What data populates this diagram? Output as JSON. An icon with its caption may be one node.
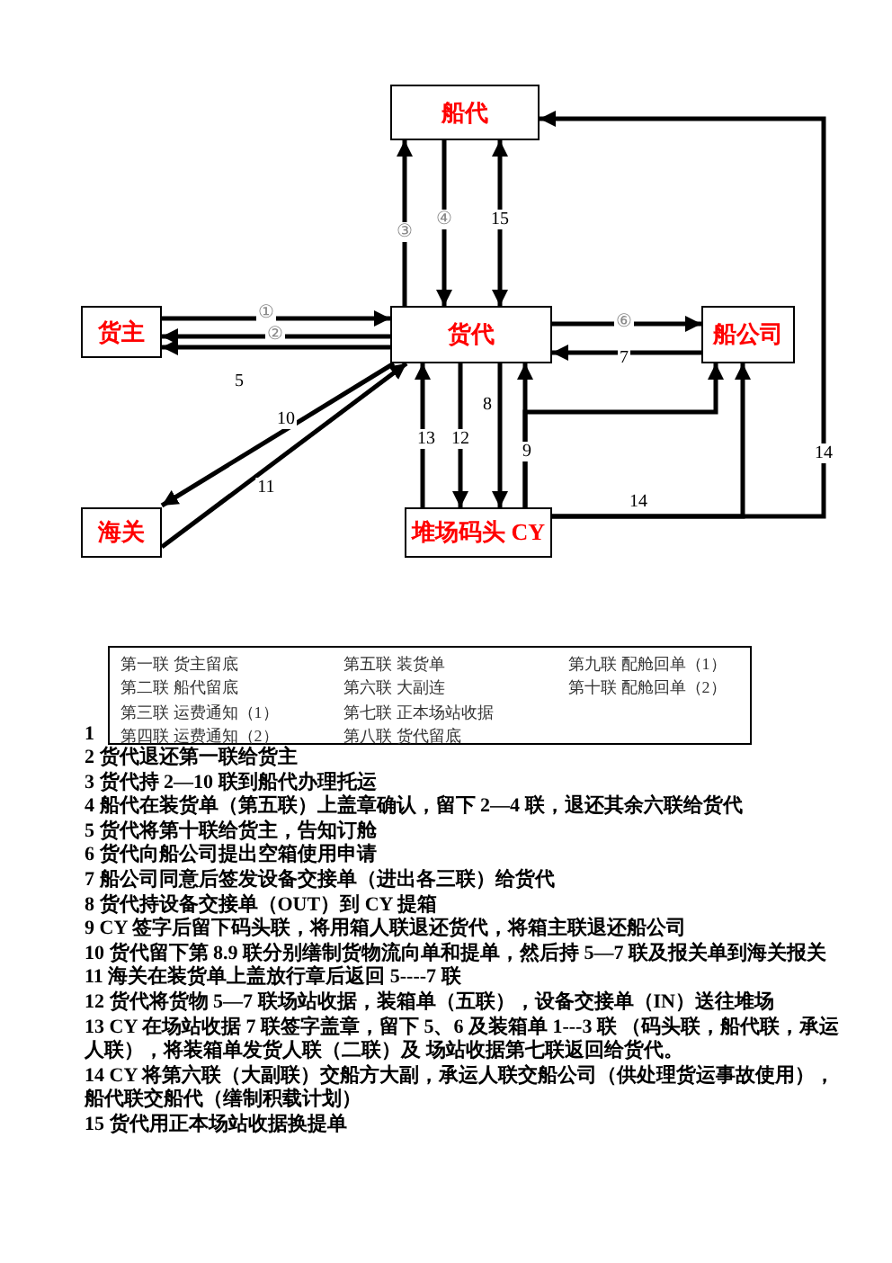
{
  "diagram": {
    "nodes": [
      {
        "text": [
          "船代"
        ]
      },
      {
        "text": [
          "货主"
        ]
      },
      {
        "text": [
          "货代"
        ]
      },
      {
        "text": [
          "船公司"
        ]
      },
      {
        "text": [
          "海关"
        ]
      },
      {
        "text": [
          "堆场码头 CY"
        ]
      }
    ],
    "edges": [
      {
        "from": 1,
        "to": 2,
        "arrow": "to",
        "label": "①"
      },
      {
        "from": 2,
        "to": 1,
        "arrow": "to",
        "label": "②"
      },
      {
        "from": 2,
        "to": 1,
        "arrow": "to",
        "label": "5"
      },
      {
        "from": 2,
        "to": 0,
        "arrow": "to",
        "label": "③"
      },
      {
        "from": 0,
        "to": 2,
        "arrow": "to",
        "label": "④"
      },
      {
        "from": 2,
        "to": 0,
        "arrow": "both",
        "label": "15"
      },
      {
        "from": 2,
        "to": 3,
        "arrow": "to",
        "label": "⑥"
      },
      {
        "from": 3,
        "to": 2,
        "arrow": "to",
        "label": "7"
      },
      {
        "from": 2,
        "to": 4,
        "arrow": "to",
        "label": "10"
      },
      {
        "from": 4,
        "to": 2,
        "arrow": "to",
        "label": "11"
      },
      {
        "from": 2,
        "to": 5,
        "arrow": "to",
        "label": "12"
      },
      {
        "from": 2,
        "to": 5,
        "arrow": "to",
        "label": "8"
      },
      {
        "from": 5,
        "to": 2,
        "arrow": "to",
        "label": "13"
      },
      {
        "from": 5,
        "to": 2,
        "arrow": "to",
        "label": "9"
      },
      {
        "from": 5,
        "to": 3,
        "arrow": "to"
      },
      {
        "from": 5,
        "to": 3,
        "arrow": "to",
        "label": "14"
      },
      {
        "from": 5,
        "to": 0,
        "arrow": "to",
        "label": "14"
      }
    ],
    "labels": [
      "第一联 货主留底",
      "第五联 装货单",
      "第九联 配舱回单（1）",
      "第二联 船代留底",
      "第六联 大副连",
      "第十联 配舱回单（2）",
      "第三联 运费通知（1）",
      "第七联 正本场站收据",
      "1",
      "第四联 运费通知（2）",
      "第八联 货代留底",
      "2 货代退还第一联给货主",
      "3 货代持 2—10 联到船代办理托运",
      "4 船代在装货单（第五联）上盖章确认，留下 2—4 联，退还其余六联给货代",
      "5 货代将第十联给货主，告知订舱",
      "6 货代向船公司提出空箱使用申请",
      "7 船公司同意后签发设备交接单（进出各三联）给货代",
      "8 货代持设备交接单（OUT）到 CY 提箱",
      "9 CY 签字后留下码头联，将用箱人联退还货代，将箱主联退还船公司",
      "10 货代留下第 8.9 联分别缮制货物流向单和提单，然后持 5—7 联及报关单到海关报关",
      "11 海关在装货单上盖放行章后返回 5----7 联",
      "12 货代将货物 5—7 联场站收据，装箱单（五联），设备交接单（IN）送往堆场",
      "13 CY 在场站收据 7 联签字盖章，留下 5、6 及装箱单 1---3 联 （码头联，船代联，承运人联），将装箱单发货人联（二联）及 场站收据第七联返回给货代。",
      "14 CY 将第六联（大副联）交船方大副，承运人联交船公司（供处理货运事故使用），船代联交船代（缮制积载计划）",
      "15 货代用正本场站收据换提单"
    ]
  }
}
